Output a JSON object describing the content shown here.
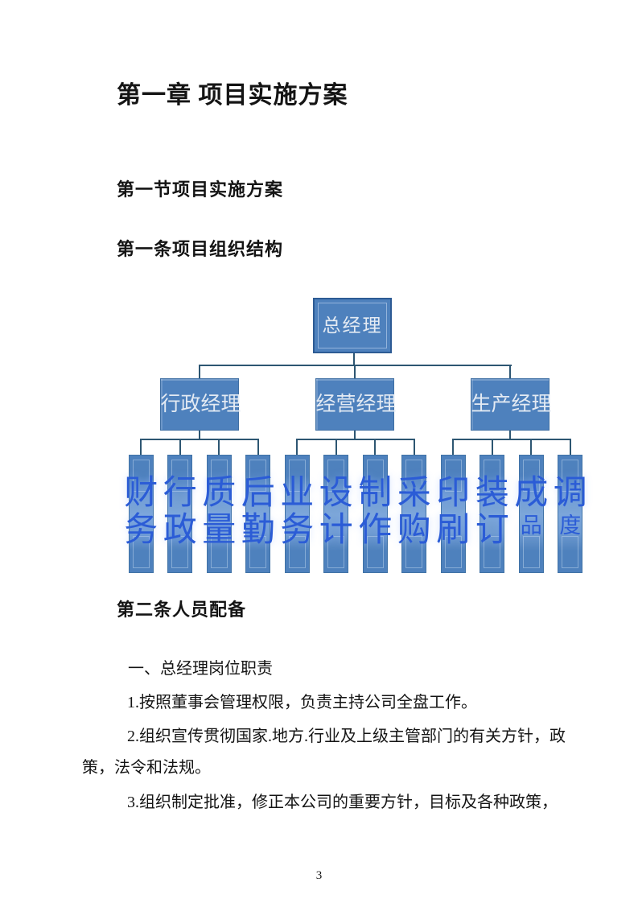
{
  "document": {
    "chapter_title": "第一章 项目实施方案",
    "section_title": "第一节项目实施方案",
    "article1_title": "第一条项目组织结构",
    "article2_title": "第二条人员配备",
    "page_number": "3"
  },
  "org_chart": {
    "root_label": "总经理",
    "managers": [
      {
        "label": "行政经理",
        "departments": [
          {
            "chars": "财务"
          },
          {
            "chars": "行政"
          },
          {
            "chars": "质量"
          },
          {
            "chars": "后勤"
          }
        ]
      },
      {
        "label": "经营经理",
        "departments": [
          {
            "chars": "业务"
          },
          {
            "chars": "设计"
          },
          {
            "chars": "制作"
          },
          {
            "chars": "采购"
          }
        ]
      },
      {
        "label": "生产经理",
        "departments": [
          {
            "chars": "印刷"
          },
          {
            "chars": "装订"
          },
          {
            "chars": "成品",
            "second_char_small": true
          },
          {
            "chars": "调度",
            "second_char_small": true
          }
        ]
      }
    ],
    "colors": {
      "box_fill": "#4e81bd",
      "box_text": "#e3eaf3",
      "line_color": "#2d5672",
      "dept_text": "#2b5cd6"
    }
  },
  "body_text": {
    "intro_line": "一、总经理岗位职责",
    "lines": [
      "1.按照董事会管理权限，负责主持公司全盘工作。",
      "2.组织宣传贯彻国家.地方.行业及上级主管部门的有关方针，政",
      "策，法令和法规。",
      "3.组织制定批准，修正本公司的重要方针，目标及各种政策，"
    ]
  }
}
